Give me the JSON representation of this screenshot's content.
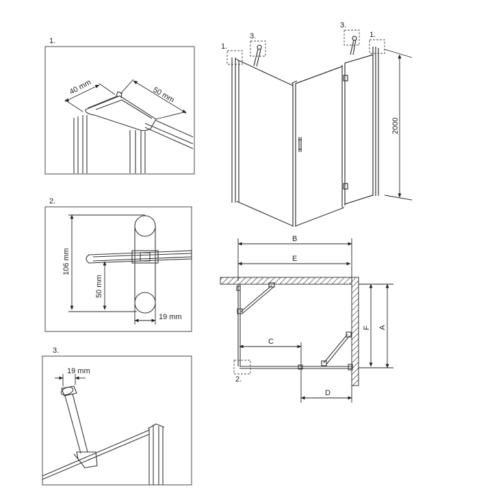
{
  "details": {
    "d1": {
      "number": "1.",
      "dim_depth": "40 mm",
      "dim_width": "50 mm"
    },
    "d2": {
      "number": "2.",
      "dim_height": "106 mm",
      "dim_offset": "50 mm",
      "dim_thickness": "19 mm"
    },
    "d3": {
      "number": "3.",
      "dim_diameter": "19 mm"
    }
  },
  "elevation": {
    "callout_1_left": "1.",
    "callout_3_left": "3.",
    "callout_3_right": "3.",
    "callout_1_right": "1.",
    "height": "2000"
  },
  "plan": {
    "dim_B": "B",
    "dim_E": "E",
    "dim_C": "C",
    "dim_D": "D",
    "dim_F": "F",
    "dim_A": "A",
    "callout_2": "2."
  }
}
